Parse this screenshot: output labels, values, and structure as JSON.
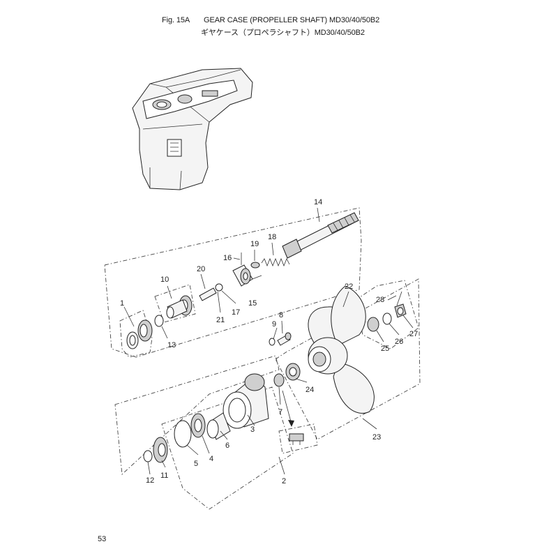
{
  "header": {
    "fig_label": "Fig. 15A",
    "title_en": "GEAR CASE (PROPELLER SHAFT) MD30/40/50B2",
    "title_jp": "ギヤケース（プロペラシャフト）MD30/40/50B2"
  },
  "page_number": "53",
  "callouts": {
    "c1": "1",
    "c2": "2",
    "c3": "3",
    "c4": "4",
    "c5": "5",
    "c6": "6",
    "c7": "7",
    "c8": "8",
    "c9": "9",
    "c10": "10",
    "c11": "11",
    "c12": "12",
    "c13": "13",
    "c14": "14",
    "c15": "15",
    "c16": "16",
    "c17": "17",
    "c18": "18",
    "c19": "19",
    "c20": "20",
    "c21": "21",
    "c22": "22",
    "c23": "23",
    "c24": "24",
    "c25": "25",
    "c26": "26",
    "c27": "27",
    "c28": "28"
  }
}
